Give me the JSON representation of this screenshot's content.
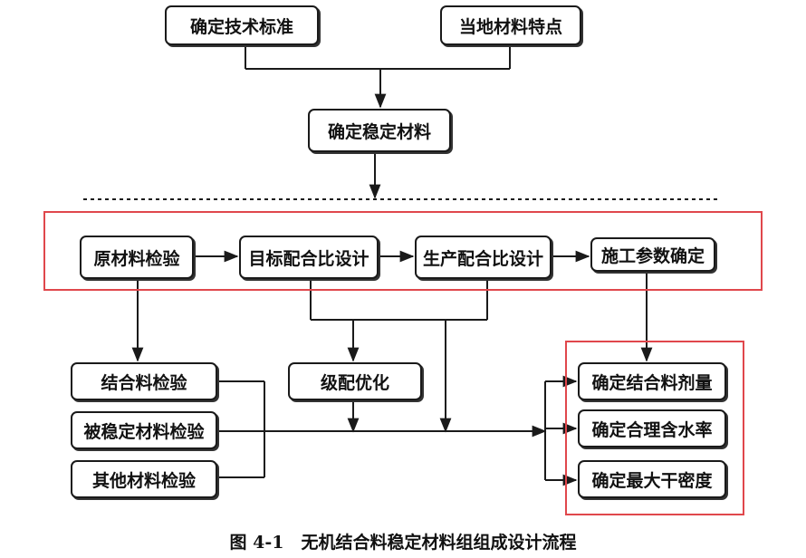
{
  "nodes": {
    "tech_standard": "确定技术标准",
    "local_material": "当地材料特点",
    "stable_material": "确定稳定材料",
    "raw_test": "原材料检验",
    "target_mix": "目标配合比设计",
    "production_mix": "生产配合比设计",
    "construction_params": "施工参数确定",
    "binder_test": "结合料检验",
    "stabilized_test": "被稳定材料检验",
    "other_test": "其他材料检验",
    "gradation": "级配优化",
    "binder_dosage": "确定结合料剂量",
    "water_content": "确定合理含水率",
    "max_density": "确定最大干密度"
  },
  "caption": "图 4-1　无机结合料稳定材料组组成设计流程",
  "colors": {
    "line": "#1a1a1a",
    "highlight": "#e0474c"
  }
}
